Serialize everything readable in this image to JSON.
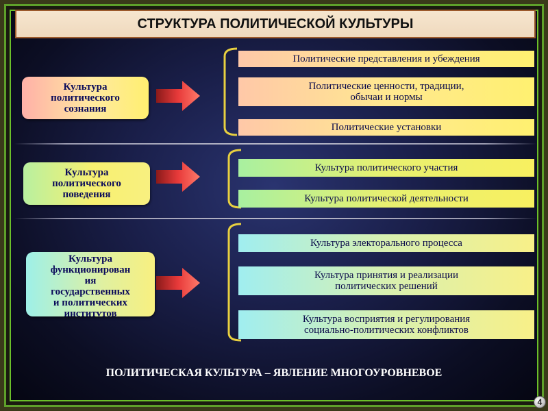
{
  "title": "СТРУКТУРА ПОЛИТИЧЕСКОЙ КУЛЬТУРЫ",
  "groups": [
    {
      "label": "Культура\nполитического\nсознания",
      "items": [
        "Политические представления и убеждения",
        "Политические ценности, традиции,\nобычаи и нормы",
        "Политические установки"
      ]
    },
    {
      "label": "Культура\nполитического\nповедения",
      "items": [
        "Культура политического участия",
        "Культура политической деятельности"
      ]
    },
    {
      "label": "Культура\nфункционирован\nия\nгосударственных\nи политических\nинститутов",
      "items": [
        "Культура электорального процесса",
        "Культура принятия и реализации\nполитических решений",
        "Культура восприятия и регулирования\nсоциально-политических конфликтов"
      ]
    }
  ],
  "footer": "ПОЛИТИЧЕСКАЯ КУЛЬТУРА – ЯВЛЕНИЕ МНОГОУРОВНЕВОЕ",
  "page_number": "4"
}
